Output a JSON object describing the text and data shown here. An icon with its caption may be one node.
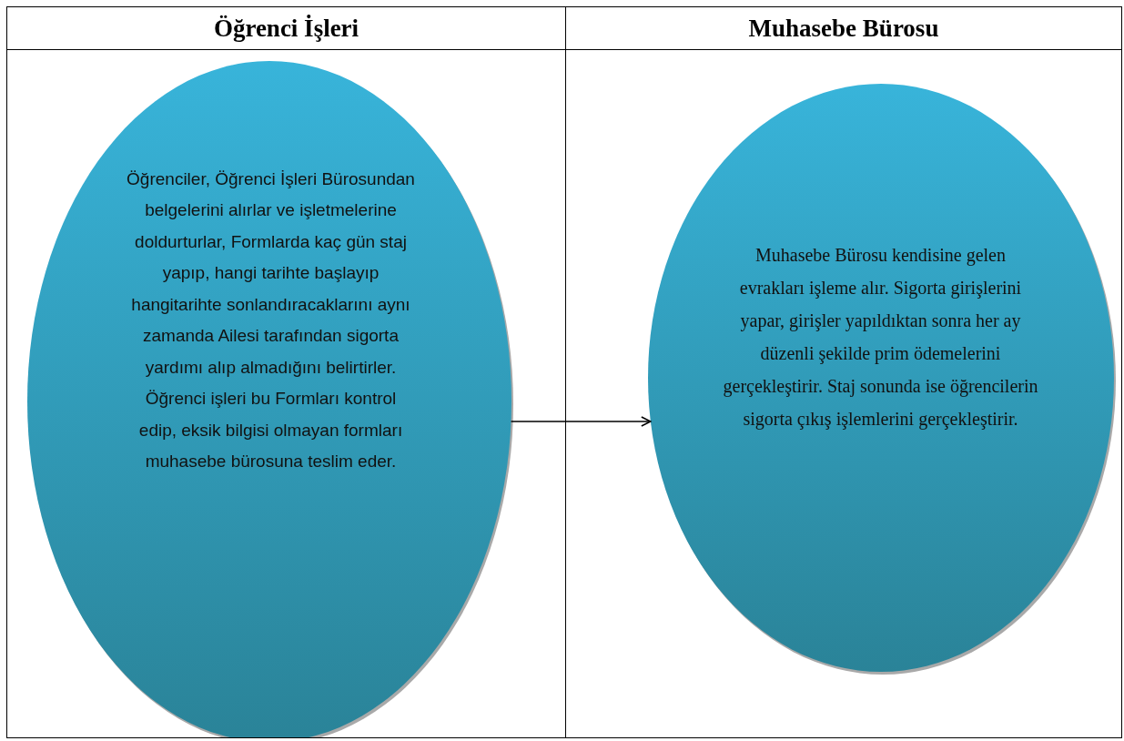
{
  "diagram": {
    "nodes": [
      {
        "text": [
          "Öğrenci İşleri"
        ]
      },
      {
        "text": [
          "Muhasebe Bürosu"
        ]
      },
      {
        "text": [
          "Öğrenciler, Öğrenci İşleri Bürosundan belgelerini alırlar ve işletmelerine doldurturlar, Formlarda kaç gün staj yapıp, hangi tarihte başlayıp hangitarihte sonlandıracaklarını aynı zamanda Ailesi tarafından sigorta yardımı alıp almadığını belirtirler. Öğrenci işleri bu Formları kontrol edip, eksik bilgisi olmayan formları muhasebe bürosuna teslim eder."
        ],
        "in": 0
      },
      {
        "text": [
          "Muhasebe Bürosu kendisine gelen evrakları işleme alır. Sigorta girişlerini yapar, girişler yapıldıktan sonra her ay düzenli şekilde prim ödemelerini gerçekleştirir. Staj sonunda ise öğrencilerin sigorta çıkış işlemlerini gerçekleştirir."
        ],
        "in": 1
      }
    ],
    "edges": [
      {
        "from": 2,
        "to": 3,
        "arrow": "to"
      }
    ]
  }
}
